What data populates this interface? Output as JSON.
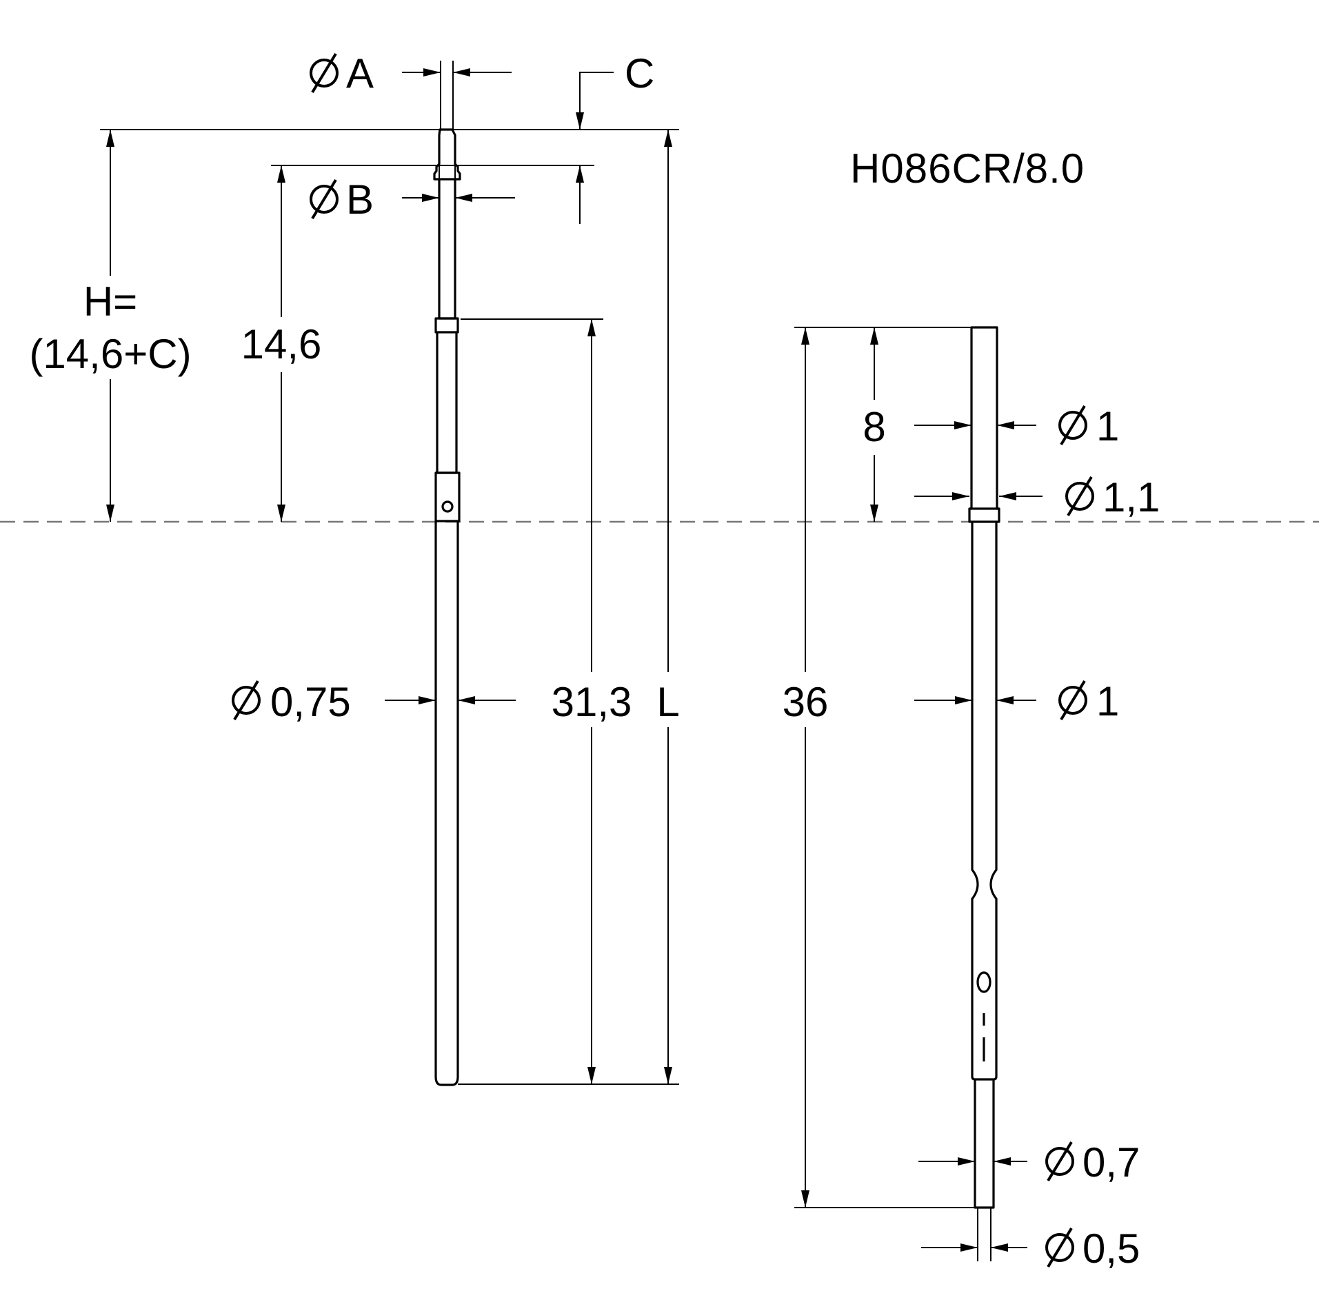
{
  "title": "H086CR/8.0",
  "left_view": {
    "dia_A": "A",
    "dia_B": "B",
    "C": "C",
    "H_line1": "H=",
    "H_line2": "(14,6+C)",
    "dim_14_6": "14,6",
    "dia_0_75": "0,75",
    "dim_31_3": "31,3",
    "L": "L"
  },
  "right_view": {
    "dim_36": "36",
    "dim_8": "8",
    "dia_1_top": "1",
    "dia_1_1": "1,1",
    "dia_1_mid": "1",
    "dia_0_7": "0,7",
    "dia_0_5": "0,5"
  },
  "colors": {
    "line": "#000000",
    "centerline": "#777777",
    "background": "#ffffff"
  },
  "icons": {
    "diameter": "diameter-symbol-icon"
  }
}
